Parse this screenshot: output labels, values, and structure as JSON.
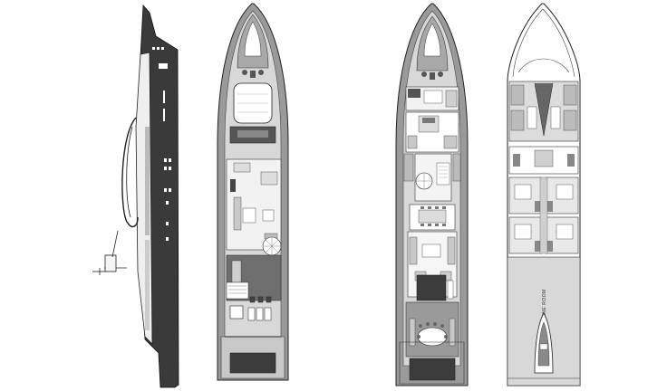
{
  "plans": {
    "side_profile": {
      "name": "side-profile-view"
    },
    "sun_deck": {
      "name": "sun-deck-plan"
    },
    "main_deck": {
      "name": "main-deck-plan"
    },
    "lower_deck": {
      "name": "lower-deck-plan",
      "engine_room_label": "ENGINE ROOM"
    }
  },
  "colors": {
    "hull_dark": "#3a3a3a",
    "deck_gray": "#9a9a9a",
    "floor_light": "#d8d8d8",
    "line": "#222222",
    "white": "#ffffff"
  }
}
